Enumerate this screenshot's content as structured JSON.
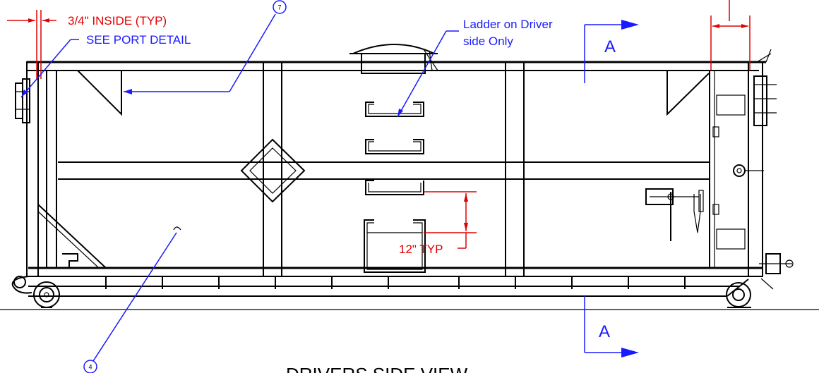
{
  "colors": {
    "dimension": "#e00000",
    "leader": "#1a1aff",
    "line": "#000000"
  },
  "annotations": {
    "inside_note": "3/4\" INSIDE (TYP)",
    "port_note": "SEE PORT DETAIL",
    "ladder_note_line1": "Ladder on Driver",
    "ladder_note_line2": "side Only",
    "spacing_note": "12\" TYP"
  },
  "section_markers": {
    "top_label": "A",
    "bottom_label": "A"
  },
  "balloons": {
    "top": "7",
    "bottom": "4"
  },
  "view_title": "DRIVERS SIDE VIEW"
}
